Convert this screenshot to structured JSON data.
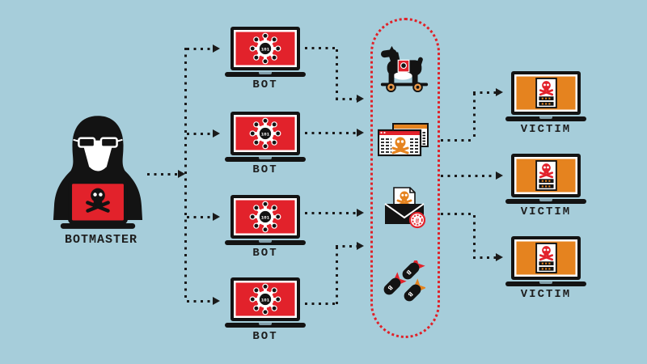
{
  "diagram": {
    "subject": "botnet attack flow",
    "colors": {
      "background": "#a6cdda",
      "red": "#e2222b",
      "orange": "#e5831f",
      "wheel_orange": "#e9994a",
      "black": "#131313",
      "white": "#ffffff",
      "capsule_border": "#e02128",
      "arrow": "#1a1a1a",
      "label_text": "#1d1d1d"
    },
    "botmaster": {
      "label": "BOTMASTER",
      "icon": "hooded-hacker-icon",
      "laptop_icon": "skull-crossbones-icon"
    },
    "bots": [
      {
        "label": "BOT",
        "icon": "virus-icon"
      },
      {
        "label": "BOT",
        "icon": "virus-icon"
      },
      {
        "label": "BOT",
        "icon": "virus-icon"
      },
      {
        "label": "BOT",
        "icon": "virus-icon"
      }
    ],
    "virus_glyph": "101",
    "channel": {
      "container_icon": "red-dotted-capsule",
      "trojan": {
        "icon": "trojan-horse-icon"
      },
      "phishing": {
        "icon": "malicious-webpages-icon"
      },
      "email": {
        "icon": "malicious-email-icon",
        "badge_glyph": "@"
      },
      "bombs": {
        "icon": "bombs-icon",
        "glyph": "B"
      }
    },
    "victims": [
      {
        "label": "VICTIM",
        "icon": "ransom-warning-icon"
      },
      {
        "label": "VICTIM",
        "icon": "ransom-warning-icon"
      },
      {
        "label": "VICTIM",
        "icon": "ransom-warning-icon"
      }
    ],
    "edges": [
      "botmaster -> bots (dotted)",
      "bots -> attack-channel (dotted)",
      "attack-channel -> victims (dotted)"
    ]
  }
}
